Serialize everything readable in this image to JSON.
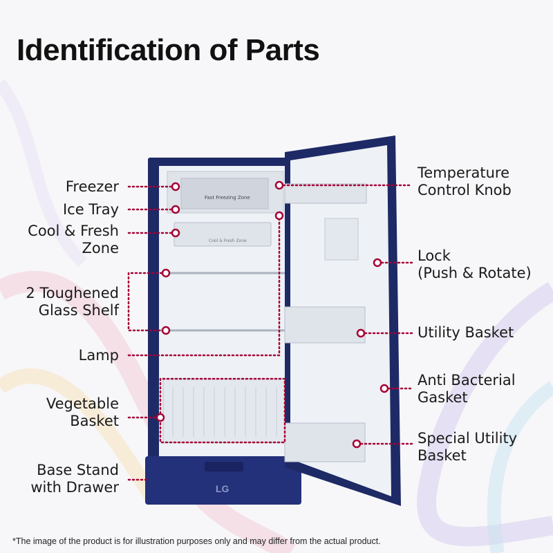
{
  "title": "Identification of Parts",
  "labels": {
    "freezer": "Freezer",
    "ice_tray": "Ice Tray",
    "cool_fresh": [
      "Cool & Fresh",
      "Zone"
    ],
    "glass_shelf": [
      "2 Toughened",
      "Glass Shelf"
    ],
    "lamp": "Lamp",
    "vegetable_basket": [
      "Vegetable",
      "Basket"
    ],
    "base_stand": [
      "Base Stand",
      "with Drawer"
    ],
    "temperature_knob": [
      "Temperature",
      "Control Knob"
    ],
    "lock": [
      "Lock",
      "(Push & Rotate)"
    ],
    "utility_basket": "Utility Basket",
    "anti_bacterial": [
      "Anti Bacterial",
      "Gasket"
    ],
    "special_utility": [
      "Special Utility",
      "Basket"
    ]
  },
  "product_text": {
    "fast_freezing": "Fast Freezing Zone",
    "cool_fresh_zone": "Cool & Fresh Zone",
    "brand": "LG"
  },
  "disclaimer": "*The image of the product is for illustration purposes only and may differ from the actual product.",
  "colors": {
    "accent": "#a50034",
    "body": "#1e2a66",
    "interior": "#eef1f5"
  }
}
